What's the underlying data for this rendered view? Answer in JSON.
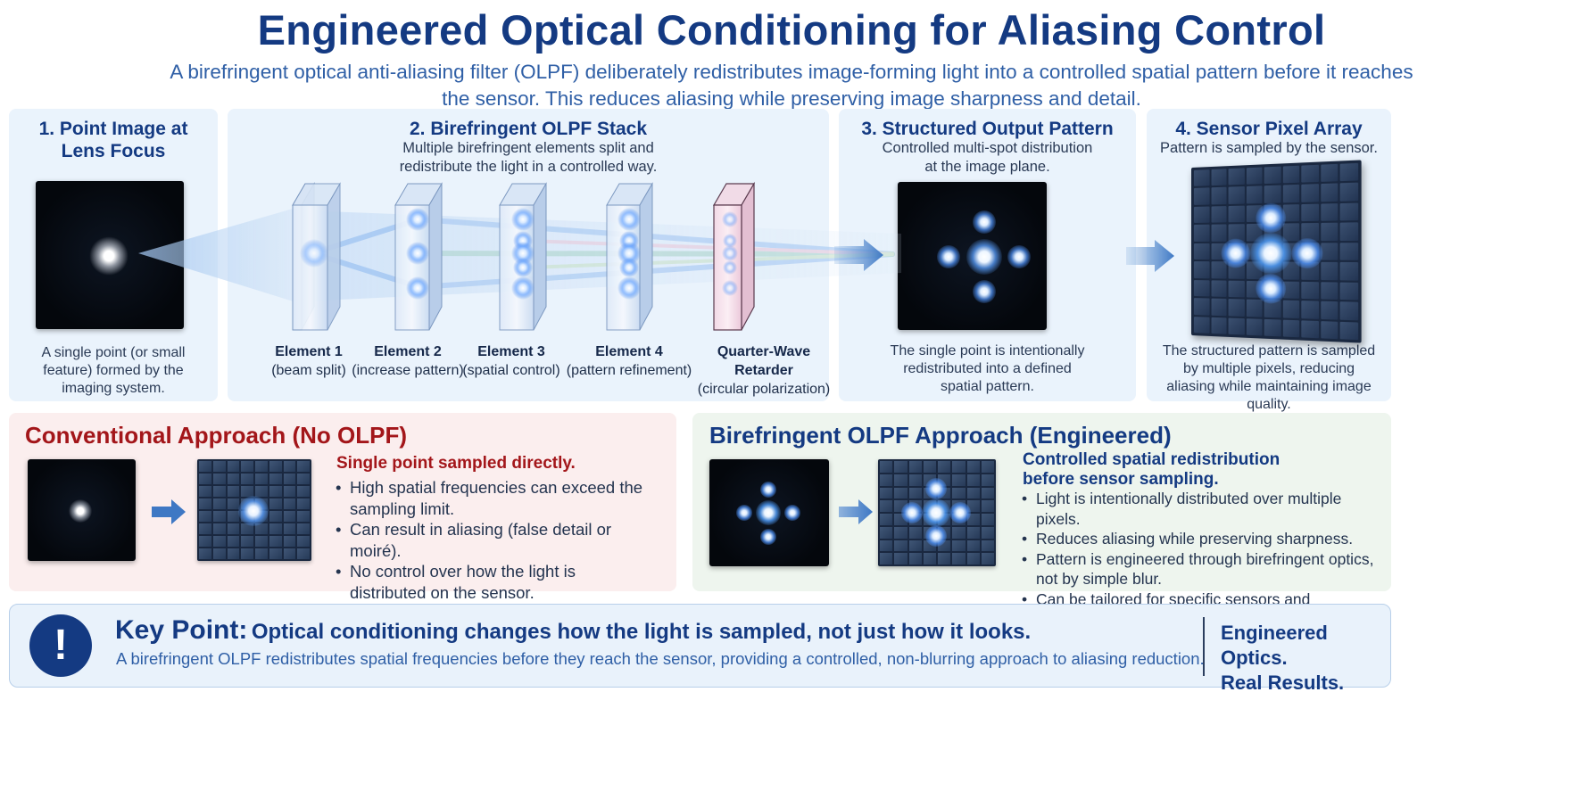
{
  "title": "Engineered Optical Conditioning for Aliasing Control",
  "subtitle": "A birefringent optical anti-aliasing filter (OLPF) deliberately redistributes image-forming light into a controlled spatial pattern before it reaches the sensor. This reduces aliasing while preserving image sharpness and detail.",
  "panels": {
    "p1": {
      "title": "1. Point Image at Lens Focus",
      "desc": "A single point (or small feature) formed by the imaging system."
    },
    "p2": {
      "title": "2. Birefringent OLPF Stack",
      "desc": "Multiple birefringent elements split and redistribute the light in a controlled way.",
      "elements": [
        {
          "name": "Element 1",
          "note": "(beam split)"
        },
        {
          "name": "Element 2",
          "note": "(increase pattern)"
        },
        {
          "name": "Element 3",
          "note": "(spatial control)"
        },
        {
          "name": "Element 4",
          "note": "(pattern refinement)"
        },
        {
          "name": "Quarter-Wave Retarder",
          "note": "(circular polarization)"
        }
      ]
    },
    "p3": {
      "title": "3. Structured Output Pattern",
      "desc": "Controlled multi-spot distribution at the image plane.",
      "caption": "The single point is intentionally redistributed into a defined spatial pattern."
    },
    "p4": {
      "title": "4. Sensor Pixel Array",
      "desc": "Pattern is sampled by the sensor.",
      "caption": "The structured pattern is sampled by multiple pixels, reducing aliasing while maintaining image quality."
    }
  },
  "conventional": {
    "title": "Conventional Approach (No OLPF)",
    "heading": "Single point sampled directly.",
    "bullets": [
      "High spatial frequencies can exceed the sampling limit.",
      "Can result in aliasing (false detail or moiré).",
      "No control over how the light is distributed on the sensor."
    ],
    "color": "#a3161a"
  },
  "engineered": {
    "title": "Birefringent OLPF Approach (Engineered)",
    "heading": "Controlled spatial redistribution before sensor sampling.",
    "bullets": [
      "Light is intentionally distributed over multiple pixels.",
      "Reduces aliasing while preserving sharpness.",
      "Pattern is engineered through birefringent optics, not by simple blur.",
      "Can be tailored for specific sensors and applications."
    ],
    "color": "#143a82"
  },
  "key_point": {
    "icon": "exclamation-icon",
    "label": "Key Point:",
    "headline": "Optical conditioning changes how the light is sampled, not just how it looks.",
    "body": "A birefringent OLPF redistributes spatial frequencies before they reach the sensor, providing a controlled, non-blurring approach to aliasing reduction.",
    "tagline_1": "Engineered Optics.",
    "tagline_2": "Real Results."
  }
}
